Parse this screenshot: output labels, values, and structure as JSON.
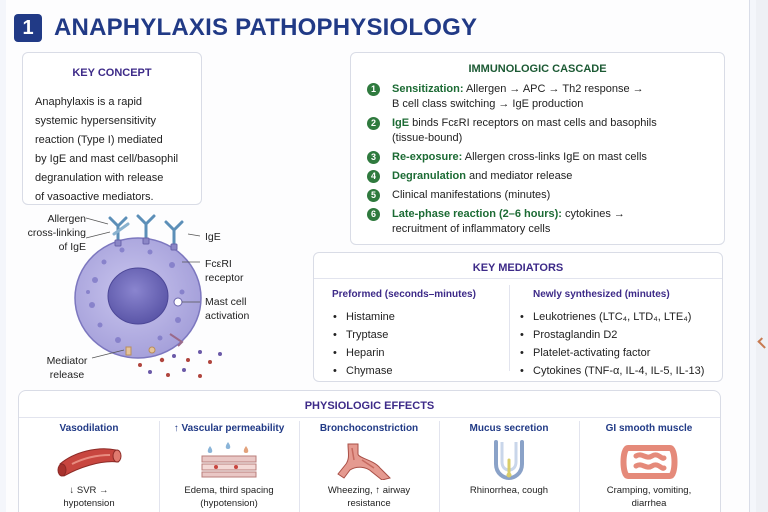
{
  "header": {
    "badge": "1",
    "title": "ANAPHYLAXIS PATHOPHYSIOLOGY"
  },
  "key_concept": {
    "title": "KEY CONCEPT",
    "lines": [
      "Anaphylaxis is a rapid",
      "systemic hypersensitivity",
      "reaction (Type I) mediated",
      "by IgE and mast cell/basophil",
      "degranulation with release",
      "of vasoactive mediators."
    ]
  },
  "diagram": {
    "labels": {
      "allergen": [
        "Allergen",
        "cross-linking",
        "of IgE"
      ],
      "ige": "IgE",
      "receptor": [
        "FcεRI",
        "receptor"
      ],
      "mast": [
        "Mast cell",
        "activation"
      ],
      "mediator": [
        "Mediator",
        "release"
      ]
    }
  },
  "cascade": {
    "title": "IMMUNOLOGIC CASCADE",
    "steps": [
      {
        "n": "1",
        "key": "Sensitization:",
        "text": " Allergen → APC → Th2 response →",
        "text2": "B cell class switching → IgE production"
      },
      {
        "n": "2",
        "key": "IgE",
        "text": " binds FcεRI receptors on mast cells and basophils",
        "text2": "(tissue-bound)"
      },
      {
        "n": "3",
        "key": "Re-exposure:",
        "text": " Allergen cross-links IgE on mast cells",
        "text2": ""
      },
      {
        "n": "4",
        "key": "Degranulation",
        "text": " and mediator release",
        "text2": ""
      },
      {
        "n": "5",
        "key": "",
        "text": "Clinical manifestations (minutes)",
        "text2": ""
      },
      {
        "n": "6",
        "key": "Late-phase reaction (2–6 hours):",
        "text": " cytokines →",
        "text2": "recruitment of inflammatory cells"
      }
    ]
  },
  "mediators": {
    "title": "KEY MEDIATORS",
    "preformed": {
      "title": "Preformed (seconds–minutes)",
      "items": [
        "Histamine",
        "Tryptase",
        "Heparin",
        "Chymase"
      ]
    },
    "synthesized": {
      "title": "Newly synthesized (minutes)",
      "items": [
        "Leukotrienes (LTC₄, LTD₄, LTE₄)",
        "Prostaglandin D2",
        "Platelet-activating factor",
        "Cytokines (TNF-α, IL-4, IL-5, IL-13)"
      ]
    }
  },
  "effects": {
    "title": "PHYSIOLOGIC EFFECTS",
    "items": [
      {
        "title": "Vasodilation",
        "cap1": "↓ SVR →",
        "cap2": "hypotension",
        "icon": "blood-vessel-icon"
      },
      {
        "title": "↑ Vascular permeability",
        "cap1": "Edema, third spacing",
        "cap2": "(hypotension)",
        "icon": "leaky-capillary-icon"
      },
      {
        "title": "Bronchoconstriction",
        "cap1": "Wheezing, ↑ airway",
        "cap2": "resistance",
        "icon": "airway-icon"
      },
      {
        "title": "Mucus secretion",
        "cap1": "Rhinorrhea, cough",
        "cap2": "",
        "icon": "nasal-mucus-icon"
      },
      {
        "title": "GI smooth muscle",
        "cap1": "Cramping, vomiting,",
        "cap2": "diarrhea",
        "icon": "intestine-icon"
      }
    ]
  },
  "colors": {
    "navy": "#213a86",
    "purple": "#3d2a88",
    "green": "#2f7a3e",
    "cell": "#a7a2dc"
  }
}
